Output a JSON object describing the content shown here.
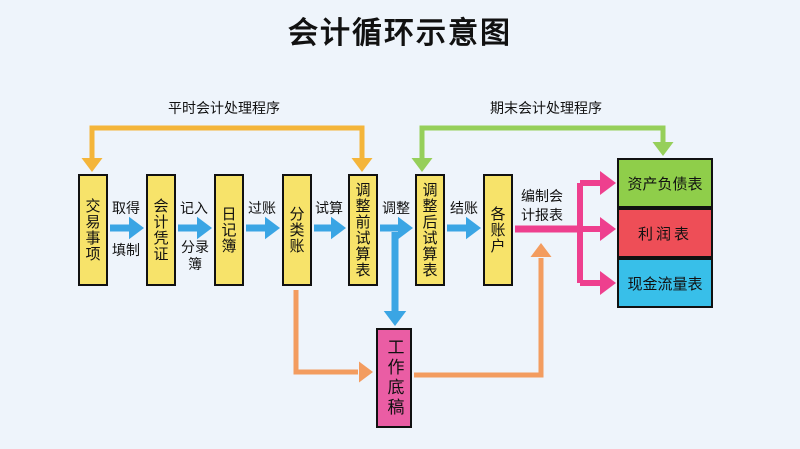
{
  "title": "会计循环示意图",
  "routine": {
    "regular_label": "平时会计处理程序",
    "period_end_label": "期末会计处理程序"
  },
  "steps": {
    "transactions": "交易事项",
    "voucher": "会计凭证",
    "journal": "日记簿",
    "ledger": "分类账",
    "trial_before": "调整前试算表",
    "trial_after": "调整后试算表",
    "accounts": "各账户",
    "worksheet": "工作底稿"
  },
  "arrows": {
    "obtain": "取得",
    "fill": "填制",
    "record": "记入",
    "journalize": "分录簿",
    "post": "过账",
    "trial": "试算",
    "adjust": "调整",
    "close": "结账",
    "prepare_1": "编制会",
    "prepare_2": "计报表"
  },
  "statements": {
    "balance_sheet": "资产负债表",
    "income": "利润表",
    "cash_flow": "现金流量表"
  },
  "colors": {
    "background": "#eef4fb",
    "step_fill": "#f7e36a",
    "worksheet_fill": "#ea5da4",
    "balance_sheet_fill": "#8fce4a",
    "income_fill": "#ee4e57",
    "cash_flow_fill": "#38bfe9",
    "flow_blue": "#3aa5e4",
    "regular_loop": "#f4b53a",
    "period_end_loop": "#96cf5a",
    "report_arrow": "#ee3f8e",
    "worksheet_flow": "#f39c5f"
  }
}
